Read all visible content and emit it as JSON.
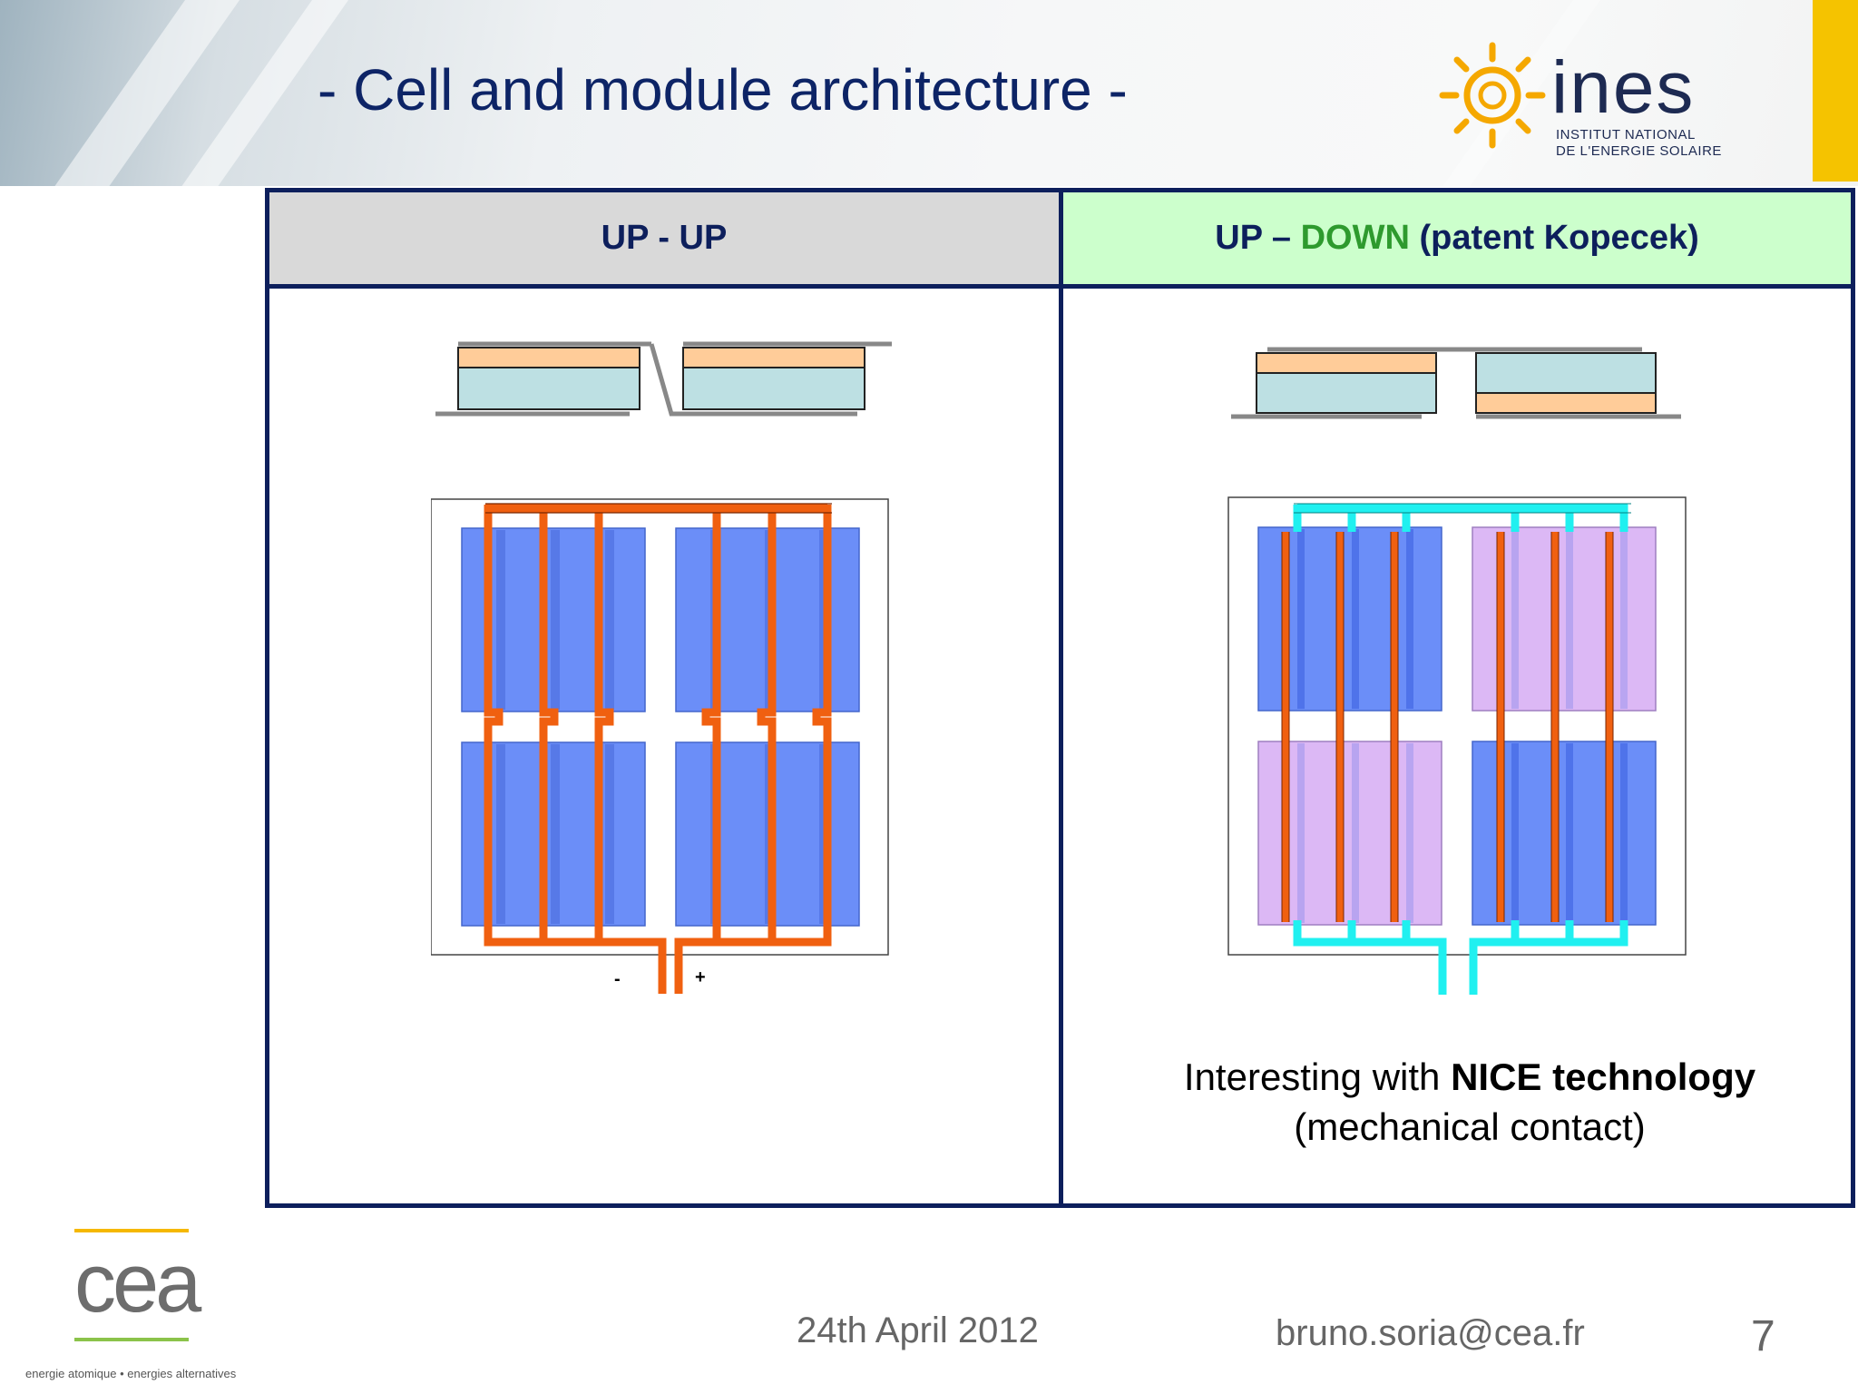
{
  "slide": {
    "title": "- Cell and module architecture -",
    "date": "24th April 2012",
    "email": "bruno.soria@cea.fr",
    "page_number": "7"
  },
  "ines_logo": {
    "word": "ines",
    "line1": "INSTITUT NATIONAL",
    "line2": "DE L'ENERGIE SOLAIRE"
  },
  "cea_logo": {
    "word": "cea",
    "tagline": "energie atomique • energies alternatives"
  },
  "table": {
    "left_header": "UP - UP",
    "right_header_part1": "UP – ",
    "right_header_part2": "DOWN",
    "right_header_part3": " (patent Kopecek)",
    "left_diagram": {
      "minus_label": "-",
      "plus_label": "+"
    },
    "right_caption_pre": "Interesting with ",
    "right_caption_bold": "NICE technology",
    "right_caption_line2": "(mechanical contact)"
  },
  "colors": {
    "title": "#0d2466",
    "border": "#0d1f5c",
    "cell_blue": "#6b8ef8",
    "cell_violet": "#dcb8f5",
    "ribbon_orange": "#f06010",
    "ribbon_cyan": "#20f0f0",
    "layer_peach": "#ffcc99",
    "layer_lightblue": "#bde0e3",
    "accent_yellow": "#f5c300",
    "header_green": "#ccffcc",
    "header_grey": "#d9d9d9"
  }
}
